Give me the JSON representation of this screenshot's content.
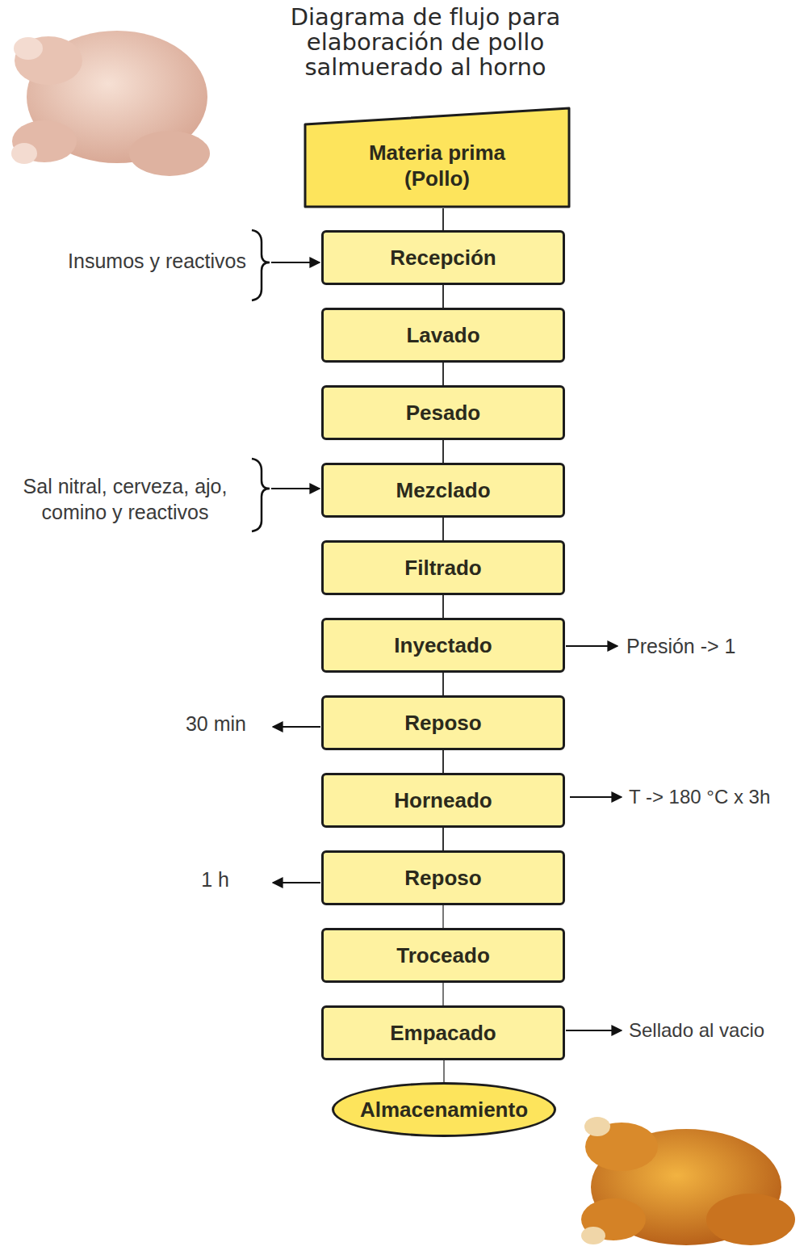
{
  "diagram": {
    "title": "Diagrama de flujo para elaboración de pollo salmuerado al horno",
    "nodes": [
      {
        "text": [
          "Materia prima (Pollo)"
        ]
      },
      {
        "text": [
          "Recepción"
        ]
      },
      {
        "text": [
          "Lavado"
        ]
      },
      {
        "text": [
          "Pesado"
        ]
      },
      {
        "text": [
          "Mezclado"
        ]
      },
      {
        "text": [
          "Filtrado"
        ]
      },
      {
        "text": [
          "Inyectado"
        ]
      },
      {
        "text": [
          "Reposo"
        ]
      },
      {
        "text": [
          "Horneado"
        ]
      },
      {
        "text": [
          "Reposo"
        ]
      },
      {
        "text": [
          "Troceado"
        ]
      },
      {
        "text": [
          "Empacado"
        ]
      },
      {
        "text": [
          "Almacenamiento"
        ]
      }
    ],
    "edges": [
      {
        "from": 0,
        "to": 1,
        "arrow": "none"
      },
      {
        "from": 1,
        "to": 2,
        "arrow": "none"
      },
      {
        "from": 2,
        "to": 3,
        "arrow": "none"
      },
      {
        "from": 3,
        "to": 4,
        "arrow": "none"
      },
      {
        "from": 4,
        "to": 5,
        "arrow": "none"
      },
      {
        "from": 5,
        "to": 6,
        "arrow": "none"
      },
      {
        "from": 6,
        "to": 7,
        "arrow": "none"
      },
      {
        "from": 7,
        "to": 8,
        "arrow": "none"
      },
      {
        "from": 8,
        "to": 9,
        "arrow": "none"
      },
      {
        "from": 9,
        "to": 10,
        "arrow": "none"
      },
      {
        "from": 10,
        "to": 11,
        "arrow": "none"
      },
      {
        "from": 11,
        "to": 12,
        "arrow": "none"
      }
    ],
    "labels": [
      "Insumos y reactivos",
      "Sal nitral, cerveza, ajo, comino y reactivos",
      "Presión -> 1",
      "30 min",
      "T -> 180 °C x 3h",
      "1 h",
      "Sellado al vacio"
    ]
  }
}
